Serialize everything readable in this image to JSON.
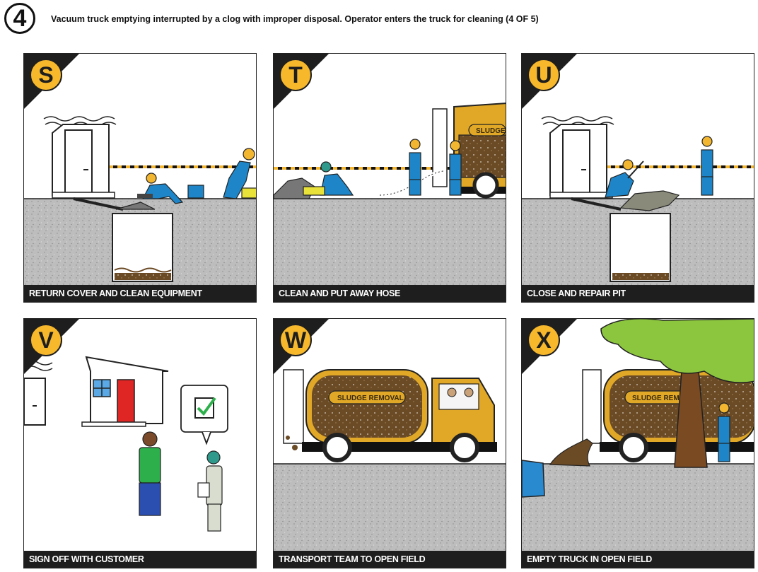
{
  "header": {
    "step_number": "4",
    "title": "Vacuum truck emptying interrupted by a clog with improper disposal. Operator enters the truck for cleaning (4 OF 5)"
  },
  "colors": {
    "badge": "#f7b82c",
    "caption_bg": "#1e1e1e",
    "worker_blue": "#1e86c8",
    "helmet_yellow": "#f2b630",
    "truck_gold": "#e0a826",
    "sludge_brown": "#6b4a26",
    "ground_grey": "#bdbdbd",
    "tree_green": "#8cc63f"
  },
  "panels": [
    {
      "letter": "S",
      "caption": "RETURN COVER AND CLEAN EQUIPMENT"
    },
    {
      "letter": "T",
      "caption": "CLEAN AND PUT AWAY HOSE",
      "truck_label": "SLUDGE"
    },
    {
      "letter": "U",
      "caption": "CLOSE AND REPAIR PIT"
    },
    {
      "letter": "V",
      "caption": "SIGN OFF WITH CUSTOMER"
    },
    {
      "letter": "W",
      "caption": "TRANSPORT TEAM TO OPEN FIELD",
      "truck_label": "SLUDGE REMOVAL"
    },
    {
      "letter": "X",
      "caption": "EMPTY TRUCK IN OPEN FIELD",
      "truck_label": "SLUDGE REMO"
    }
  ]
}
